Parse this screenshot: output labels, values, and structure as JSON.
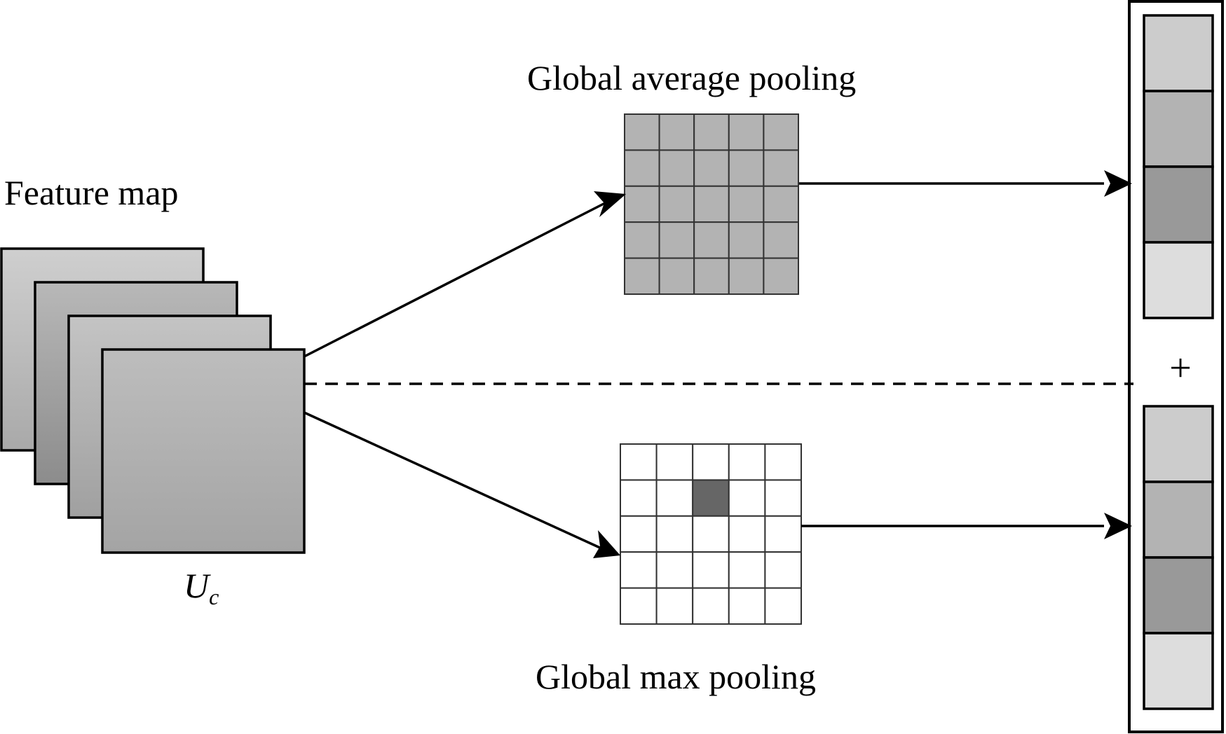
{
  "labels": {
    "feature_map": "Feature map",
    "feature_symbol": "U",
    "feature_subscript": "c",
    "avg_pool": "Global average pooling",
    "max_pool": "Global max pooling",
    "plus": "+"
  },
  "colors": {
    "stroke": "#000000",
    "avg_cell": "#b3b3b3",
    "max_cell": "#ffffff",
    "max_highlight": "#666666",
    "vector_top": [
      "#cccccc",
      "#b3b3b3",
      "#999999",
      "#dddddd"
    ],
    "vector_bottom": [
      "#cccccc",
      "#b3b3b3",
      "#999999",
      "#dddddd"
    ]
  },
  "grids": {
    "size": 5,
    "max_highlight_cell": {
      "row": 1,
      "col": 2
    }
  }
}
